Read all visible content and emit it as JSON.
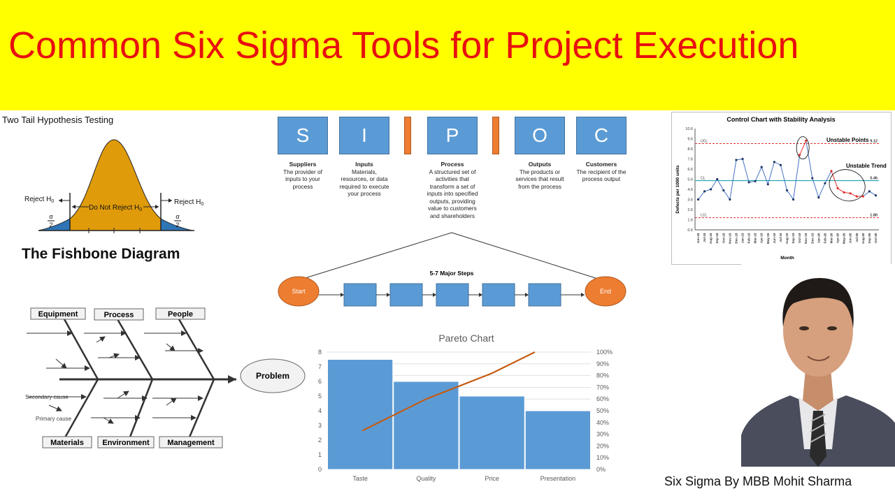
{
  "banner": {
    "title": "Common Six Sigma Tools for Project Execution"
  },
  "hypothesis": {
    "title": "Two Tail Hypothesis Testing",
    "reject_left": "Reject H",
    "reject_right": "Reject H",
    "do_not_reject": "Do Not Reject H",
    "sub_zero": "0",
    "alpha": "α",
    "two": "2"
  },
  "fishbone": {
    "title": "The Fishbone Diagram",
    "categories_top": [
      "Equipment",
      "Process",
      "People"
    ],
    "categories_bottom": [
      "Materials",
      "Environment",
      "Management"
    ],
    "effect": "Problem",
    "secondary_label": "Secondary cause",
    "primary_label": "Primary cause"
  },
  "sipoc": {
    "letters": [
      "S",
      "I",
      "P",
      "O",
      "C"
    ],
    "items": [
      {
        "heading": "Suppliers",
        "text": "The provider of inputs to your process"
      },
      {
        "heading": "Inputs",
        "text": "Materials, resources, or data required to execute your process"
      },
      {
        "heading": "Process",
        "text": "A structured set of activities that transform a set of inputs into specified outputs, providing value to customers and shareholders"
      },
      {
        "heading": "Outputs",
        "text": "The products or services that result from the process"
      },
      {
        "heading": "Customers",
        "text": "The recipient of the process output"
      }
    ],
    "steps_label": "5-7 Major Steps",
    "start": "Start",
    "end": "End"
  },
  "control_chart": {
    "title": "Control Chart with Stability Analysis",
    "ylabel": "Defects per 1000 units",
    "xlabel": "Month",
    "yticks": [
      "10.6",
      "9.6",
      "8.6",
      "7.6",
      "6.6",
      "5.6",
      "4.6",
      "3.6",
      "2.6",
      "1.6",
      "0.6"
    ],
    "ucl_label": "UCL",
    "cl_label": "CL",
    "lcl_label": "LCL",
    "ucl_value": "9.12",
    "cl_value": "5.46",
    "lcl_value": "1.80",
    "unstable_points": "Unstable Points",
    "unstable_trend": "Unstable Trend",
    "months": [
      "Jun-18",
      "Jul-18",
      "Aug-18",
      "Sep-18",
      "Oct-18",
      "Nov-18",
      "Dec-18",
      "Jan-19",
      "Feb-19",
      "Mar-19",
      "Apr-19",
      "May-19",
      "Jun-19",
      "Jul-19",
      "Aug-19",
      "Sep-19",
      "Oct-19",
      "Nov-19",
      "Dec-19",
      "Jan-20",
      "Feb-20",
      "Mar-20",
      "Apr-20",
      "May-20",
      "Jun-20",
      "Jul-20",
      "Aug-20",
      "Sep-20",
      "Oct-20"
    ],
    "values": [
      3.6,
      4.4,
      4.6,
      5.6,
      4.5,
      3.6,
      7.5,
      7.6,
      5.3,
      5.4,
      6.8,
      5.1,
      7.3,
      7.0,
      4.5,
      3.6,
      8.0,
      9.4,
      5.7,
      3.8,
      5.2,
      6.4,
      4.7,
      4.3,
      4.2,
      3.9,
      3.9,
      4.4,
      4.0
    ],
    "ucl": 9.12,
    "cl": 5.46,
    "lcl": 1.8,
    "ymin": 0.6,
    "ymax": 10.6,
    "red_indices": [
      16,
      17,
      21,
      22,
      23,
      24,
      25,
      26
    ]
  },
  "chart_data": {
    "type": "bar",
    "title": "Pareto Chart",
    "categories": [
      "Taste",
      "Quality",
      "Price",
      "Presentation"
    ],
    "values": [
      7.5,
      6,
      5,
      4
    ],
    "ylim": [
      0,
      8
    ],
    "yticks": [
      "0",
      "1",
      "2",
      "3",
      "4",
      "5",
      "6",
      "7",
      "8"
    ],
    "y2ticks": [
      "0%",
      "10%",
      "20%",
      "30%",
      "40%",
      "50%",
      "60%",
      "70%",
      "80%",
      "90%",
      "100%"
    ],
    "cumulative_percent": [
      33,
      60,
      82,
      100
    ],
    "bar_color": "#5b9bd5",
    "line_color": "#c55a11",
    "grid": true
  },
  "author": {
    "caption": "Six Sigma By MBB Mohit Sharma"
  }
}
